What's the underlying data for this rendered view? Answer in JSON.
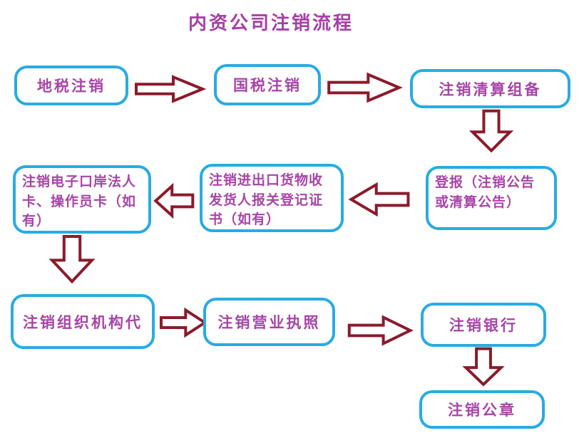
{
  "title": "内资公司注销流程",
  "colors": {
    "title_color": "#A63FA6",
    "box_border_color": "#29ABE2",
    "box_text_color": "#A844A8",
    "arrow_color": "#8B1A2B",
    "background_color": "#FFFFFF"
  },
  "nodes": [
    {
      "label": "地税注销"
    },
    {
      "label": "国税注销"
    },
    {
      "label": "注销清算组备"
    },
    {
      "label": "登报（注销公告或清算公告）"
    },
    {
      "label": "注销进出口货物收发货人报关登记证书（如有）"
    },
    {
      "label": "注销电子口岸法人卡、操作员卡（如有）"
    },
    {
      "label": "注销组织机构代"
    },
    {
      "label": "注销营业执照"
    },
    {
      "label": "注销银行"
    },
    {
      "label": "注销公章"
    }
  ],
  "flow": [
    {
      "from": "地税注销",
      "to": "国税注销",
      "direction": "right"
    },
    {
      "from": "国税注销",
      "to": "注销清算组备",
      "direction": "right"
    },
    {
      "from": "注销清算组备",
      "to": "登报（注销公告或清算公告）",
      "direction": "down"
    },
    {
      "from": "登报（注销公告或清算公告）",
      "to": "注销进出口货物收发货人报关登记证书（如有）",
      "direction": "left"
    },
    {
      "from": "注销进出口货物收发货人报关登记证书（如有）",
      "to": "注销电子口岸法人卡、操作员卡（如有）",
      "direction": "left"
    },
    {
      "from": "注销电子口岸法人卡、操作员卡（如有）",
      "to": "注销组织机构代",
      "direction": "down"
    },
    {
      "from": "注销组织机构代",
      "to": "注销营业执照",
      "direction": "right"
    },
    {
      "from": "注销营业执照",
      "to": "注销银行",
      "direction": "right"
    },
    {
      "from": "注销银行",
      "to": "注销公章",
      "direction": "down"
    }
  ]
}
